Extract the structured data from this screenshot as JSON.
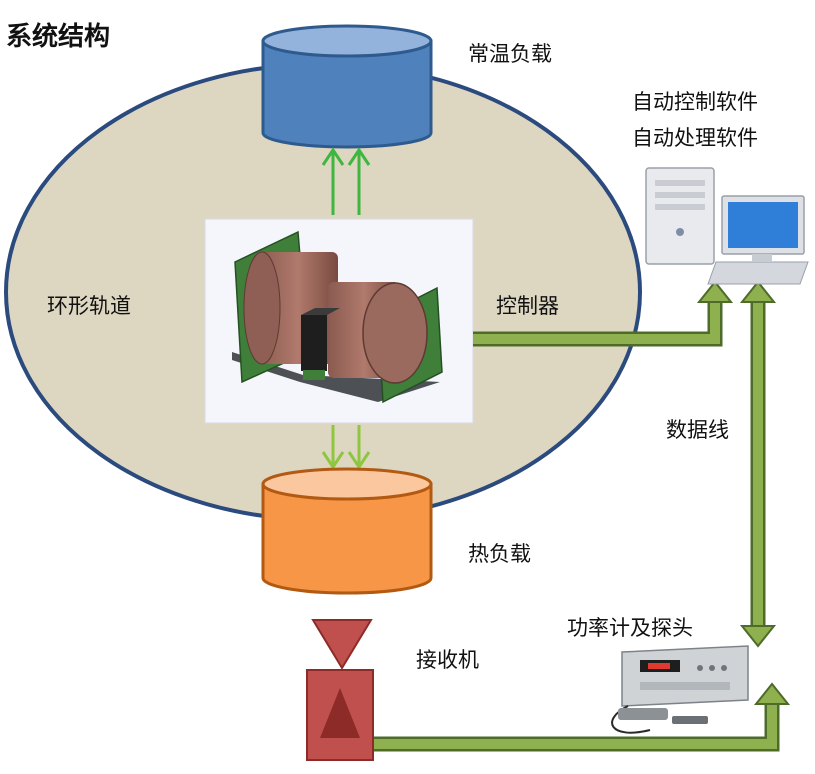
{
  "title": "系统结构",
  "labels": {
    "ambient_load": "常温负载",
    "ring_track": "环形轨道",
    "controller": "控制器",
    "hot_load": "热负载",
    "receiver": "接收机",
    "software_line1": "自动控制软件",
    "software_line2": "自动处理软件",
    "data_line": "数据线",
    "power_meter": "功率计及探头"
  },
  "colors": {
    "ellipse_fill": "#ddd7c2",
    "ellipse_stroke": "#2b4a7e",
    "ambient_load": "#4f81bd",
    "hot_load": "#f79646",
    "receiver": "#c0504d",
    "pipe": "#76923c",
    "signal_arrow": "#3fb63f"
  }
}
